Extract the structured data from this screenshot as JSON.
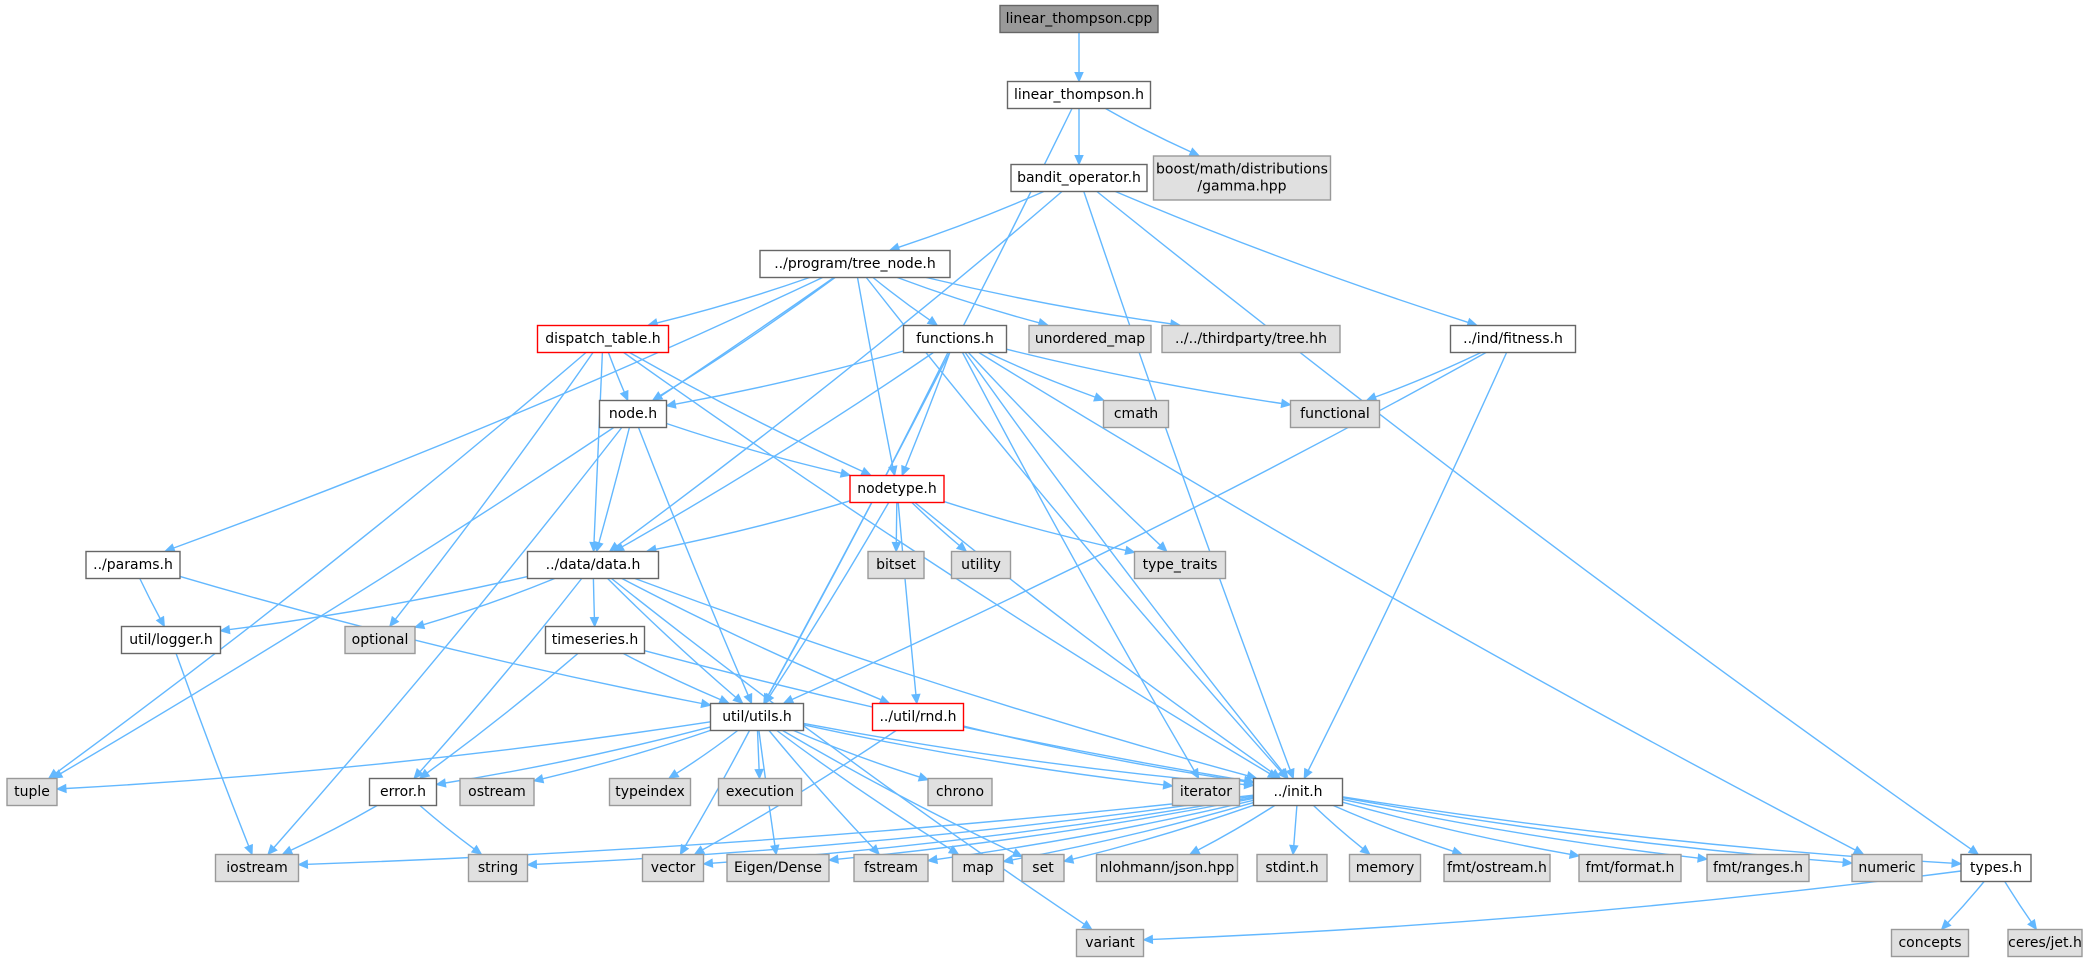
{
  "colors": {
    "edge": "#63b8ff",
    "root_fill": "#999999",
    "root_border": "#666666",
    "local_fill": "#ffffff",
    "local_border": "#666666",
    "truncated_border": "#ff0000",
    "system_fill": "#e0e0e0",
    "system_border": "#999999"
  },
  "nodes": [
    {
      "id": "linear_thompson_cpp",
      "label": "linear_thompson.cpp",
      "kind": "root"
    },
    {
      "id": "linear_thompson_h",
      "label": "linear_thompson.h",
      "kind": "local"
    },
    {
      "id": "bandit_operator_h",
      "label": "bandit_operator.h",
      "kind": "local"
    },
    {
      "id": "boost_gamma",
      "label": "boost/math/distributions\n/gamma.hpp",
      "kind": "system"
    },
    {
      "id": "tree_node_h",
      "label": "../program/tree_node.h",
      "kind": "local"
    },
    {
      "id": "dispatch_table_h",
      "label": "dispatch_table.h",
      "kind": "truncated"
    },
    {
      "id": "functions_h",
      "label": "functions.h",
      "kind": "local"
    },
    {
      "id": "unordered_map",
      "label": "unordered_map",
      "kind": "system"
    },
    {
      "id": "tree_hh",
      "label": "../../thirdparty/tree.hh",
      "kind": "system"
    },
    {
      "id": "fitness_h",
      "label": "../ind/fitness.h",
      "kind": "local"
    },
    {
      "id": "node_h",
      "label": "node.h",
      "kind": "local"
    },
    {
      "id": "cmath",
      "label": "cmath",
      "kind": "system"
    },
    {
      "id": "functional",
      "label": "functional",
      "kind": "system"
    },
    {
      "id": "nodetype_h",
      "label": "nodetype.h",
      "kind": "truncated"
    },
    {
      "id": "params_h",
      "label": "../params.h",
      "kind": "local"
    },
    {
      "id": "data_h",
      "label": "../data/data.h",
      "kind": "local"
    },
    {
      "id": "bitset",
      "label": "bitset",
      "kind": "system"
    },
    {
      "id": "utility",
      "label": "utility",
      "kind": "system"
    },
    {
      "id": "type_traits",
      "label": "type_traits",
      "kind": "system"
    },
    {
      "id": "logger_h",
      "label": "util/logger.h",
      "kind": "local"
    },
    {
      "id": "optional",
      "label": "optional",
      "kind": "system"
    },
    {
      "id": "timeseries_h",
      "label": "timeseries.h",
      "kind": "local"
    },
    {
      "id": "utils_h",
      "label": "util/utils.h",
      "kind": "local"
    },
    {
      "id": "rnd_h",
      "label": "../util/rnd.h",
      "kind": "truncated"
    },
    {
      "id": "tuple",
      "label": "tuple",
      "kind": "system"
    },
    {
      "id": "error_h",
      "label": "error.h",
      "kind": "local"
    },
    {
      "id": "ostream",
      "label": "ostream",
      "kind": "system"
    },
    {
      "id": "typeindex",
      "label": "typeindex",
      "kind": "system"
    },
    {
      "id": "execution",
      "label": "execution",
      "kind": "system"
    },
    {
      "id": "chrono",
      "label": "chrono",
      "kind": "system"
    },
    {
      "id": "iterator",
      "label": "iterator",
      "kind": "system"
    },
    {
      "id": "init_h",
      "label": "../init.h",
      "kind": "local"
    },
    {
      "id": "iostream",
      "label": "iostream",
      "kind": "system"
    },
    {
      "id": "string",
      "label": "string",
      "kind": "system"
    },
    {
      "id": "vector",
      "label": "vector",
      "kind": "system"
    },
    {
      "id": "eigen_dense",
      "label": "Eigen/Dense",
      "kind": "system"
    },
    {
      "id": "fstream",
      "label": "fstream",
      "kind": "system"
    },
    {
      "id": "map",
      "label": "map",
      "kind": "system"
    },
    {
      "id": "set",
      "label": "set",
      "kind": "system"
    },
    {
      "id": "nlohmann_json",
      "label": "nlohmann/json.hpp",
      "kind": "system"
    },
    {
      "id": "stdint_h",
      "label": "stdint.h",
      "kind": "system"
    },
    {
      "id": "memory",
      "label": "memory",
      "kind": "system"
    },
    {
      "id": "fmt_ostream",
      "label": "fmt/ostream.h",
      "kind": "system"
    },
    {
      "id": "fmt_format",
      "label": "fmt/format.h",
      "kind": "system"
    },
    {
      "id": "fmt_ranges",
      "label": "fmt/ranges.h",
      "kind": "system"
    },
    {
      "id": "numeric",
      "label": "numeric",
      "kind": "system"
    },
    {
      "id": "types_h",
      "label": "types.h",
      "kind": "local"
    },
    {
      "id": "variant",
      "label": "variant",
      "kind": "system"
    },
    {
      "id": "concepts",
      "label": "concepts",
      "kind": "system"
    },
    {
      "id": "ceres_jet",
      "label": "ceres/jet.h",
      "kind": "system"
    }
  ],
  "edges": [
    [
      "linear_thompson_cpp",
      "linear_thompson_h"
    ],
    [
      "linear_thompson_h",
      "bandit_operator_h"
    ],
    [
      "linear_thompson_h",
      "boost_gamma"
    ],
    [
      "linear_thompson_h",
      "utils_h"
    ],
    [
      "bandit_operator_h",
      "tree_node_h"
    ],
    [
      "bandit_operator_h",
      "fitness_h"
    ],
    [
      "bandit_operator_h",
      "types_h"
    ],
    [
      "bandit_operator_h",
      "init_h"
    ],
    [
      "bandit_operator_h",
      "data_h"
    ],
    [
      "tree_node_h",
      "dispatch_table_h"
    ],
    [
      "tree_node_h",
      "functions_h"
    ],
    [
      "tree_node_h",
      "unordered_map"
    ],
    [
      "tree_node_h",
      "tree_hh"
    ],
    [
      "tree_node_h",
      "node_h"
    ],
    [
      "tree_node_h",
      "nodetype_h"
    ],
    [
      "tree_node_h",
      "params_h"
    ],
    [
      "tree_node_h",
      "tuple"
    ],
    [
      "tree_node_h",
      "init_h"
    ],
    [
      "dispatch_table_h",
      "node_h"
    ],
    [
      "dispatch_table_h",
      "nodetype_h"
    ],
    [
      "dispatch_table_h",
      "data_h"
    ],
    [
      "dispatch_table_h",
      "optional"
    ],
    [
      "dispatch_table_h",
      "tuple"
    ],
    [
      "dispatch_table_h",
      "init_h"
    ],
    [
      "functions_h",
      "node_h"
    ],
    [
      "functions_h",
      "nodetype_h"
    ],
    [
      "functions_h",
      "data_h"
    ],
    [
      "functions_h",
      "utils_h"
    ],
    [
      "functions_h",
      "cmath"
    ],
    [
      "functions_h",
      "functional"
    ],
    [
      "functions_h",
      "type_traits"
    ],
    [
      "functions_h",
      "iterator"
    ],
    [
      "functions_h",
      "numeric"
    ],
    [
      "functions_h",
      "init_h"
    ],
    [
      "fitness_h",
      "functional"
    ],
    [
      "fitness_h",
      "utils_h"
    ],
    [
      "fitness_h",
      "init_h"
    ],
    [
      "node_h",
      "nodetype_h"
    ],
    [
      "node_h",
      "data_h"
    ],
    [
      "node_h",
      "utils_h"
    ],
    [
      "node_h",
      "iostream"
    ],
    [
      "nodetype_h",
      "data_h"
    ],
    [
      "nodetype_h",
      "bitset"
    ],
    [
      "nodetype_h",
      "utility"
    ],
    [
      "nodetype_h",
      "type_traits"
    ],
    [
      "nodetype_h",
      "utils_h"
    ],
    [
      "nodetype_h",
      "rnd_h"
    ],
    [
      "nodetype_h",
      "init_h"
    ],
    [
      "params_h",
      "logger_h"
    ],
    [
      "params_h",
      "utils_h"
    ],
    [
      "data_h",
      "logger_h"
    ],
    [
      "data_h",
      "optional"
    ],
    [
      "data_h",
      "timeseries_h"
    ],
    [
      "data_h",
      "utils_h"
    ],
    [
      "data_h",
      "rnd_h"
    ],
    [
      "data_h",
      "error_h"
    ],
    [
      "data_h",
      "init_h"
    ],
    [
      "data_h",
      "variant"
    ],
    [
      "logger_h",
      "iostream"
    ],
    [
      "timeseries_h",
      "utils_h"
    ],
    [
      "timeseries_h",
      "error_h"
    ],
    [
      "timeseries_h",
      "init_h"
    ],
    [
      "utils_h",
      "tuple"
    ],
    [
      "utils_h",
      "error_h"
    ],
    [
      "utils_h",
      "ostream"
    ],
    [
      "utils_h",
      "typeindex"
    ],
    [
      "utils_h",
      "execution"
    ],
    [
      "utils_h",
      "chrono"
    ],
    [
      "utils_h",
      "iterator"
    ],
    [
      "utils_h",
      "init_h"
    ],
    [
      "utils_h",
      "vector"
    ],
    [
      "utils_h",
      "eigen_dense"
    ],
    [
      "utils_h",
      "fstream"
    ],
    [
      "utils_h",
      "map"
    ],
    [
      "utils_h",
      "set"
    ],
    [
      "rnd_h",
      "init_h"
    ],
    [
      "rnd_h",
      "vector"
    ],
    [
      "error_h",
      "iostream"
    ],
    [
      "error_h",
      "string"
    ],
    [
      "init_h",
      "iostream"
    ],
    [
      "init_h",
      "string"
    ],
    [
      "init_h",
      "vector"
    ],
    [
      "init_h",
      "eigen_dense"
    ],
    [
      "init_h",
      "fstream"
    ],
    [
      "init_h",
      "map"
    ],
    [
      "init_h",
      "set"
    ],
    [
      "init_h",
      "nlohmann_json"
    ],
    [
      "init_h",
      "stdint_h"
    ],
    [
      "init_h",
      "memory"
    ],
    [
      "init_h",
      "fmt_ostream"
    ],
    [
      "init_h",
      "fmt_format"
    ],
    [
      "init_h",
      "fmt_ranges"
    ],
    [
      "init_h",
      "numeric"
    ],
    [
      "init_h",
      "types_h"
    ],
    [
      "types_h",
      "variant"
    ],
    [
      "types_h",
      "concepts"
    ],
    [
      "types_h",
      "ceres_jet"
    ]
  ]
}
